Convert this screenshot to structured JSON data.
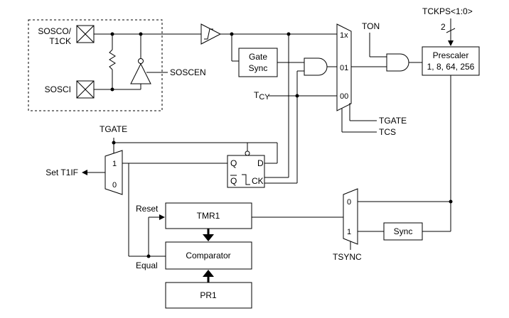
{
  "pins": {
    "sosco_line1": "SOSCO/",
    "sosco_line2": "T1CK",
    "sosci": "SOSCI",
    "soscen": "SOSCEN"
  },
  "blocks": {
    "gate_sync_line1": "Gate",
    "gate_sync_line2": "Sync",
    "prescaler_line1": "Prescaler",
    "prescaler_line2": "1, 8, 64, 256",
    "tmr1": "TMR1",
    "comparator": "Comparator",
    "pr1": "PR1",
    "sync": "Sync"
  },
  "signals": {
    "tckps": "TCKPS<1:0>",
    "bus_width": "2",
    "ton": "TON",
    "tcy_main": "T",
    "tcy_sub": "CY",
    "tgate_mux": "TGATE",
    "tcs": "TCS",
    "tgate_top": "TGATE",
    "set_t1if": "Set T1IF",
    "reset": "Reset",
    "equal": "Equal",
    "tsync": "TSYNC"
  },
  "mux_labels": {
    "main_in_1x": "1x",
    "main_in_01": "01",
    "main_in_00": "00",
    "tgate_in_1": "1",
    "tgate_in_0": "0",
    "sync_in_0": "0",
    "sync_in_1": "1"
  },
  "flipflop": {
    "q": "Q",
    "d": "D",
    "qbar": "Q",
    "ck": "CK"
  }
}
